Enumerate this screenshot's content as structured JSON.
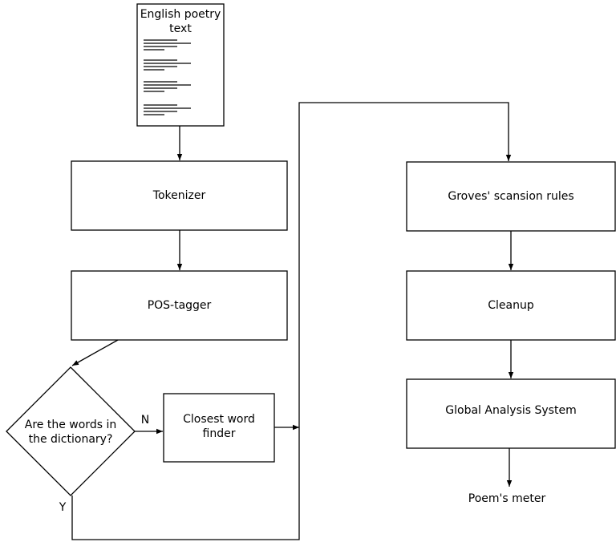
{
  "document": {
    "title_line1": "English poetry",
    "title_line2": "text"
  },
  "nodes": {
    "tokenizer": "Tokenizer",
    "pos_tagger": "POS-tagger",
    "decision_line1": "Are the words in",
    "decision_line2": "the dictionary?",
    "closest_word_line1": "Closest word",
    "closest_word_line2": "finder",
    "groves_rules": "Groves' scansion rules",
    "cleanup": "Cleanup",
    "global_analysis": "Global Analysis System",
    "output": "Poem's meter"
  },
  "edge_labels": {
    "no": "N",
    "yes": "Y"
  }
}
